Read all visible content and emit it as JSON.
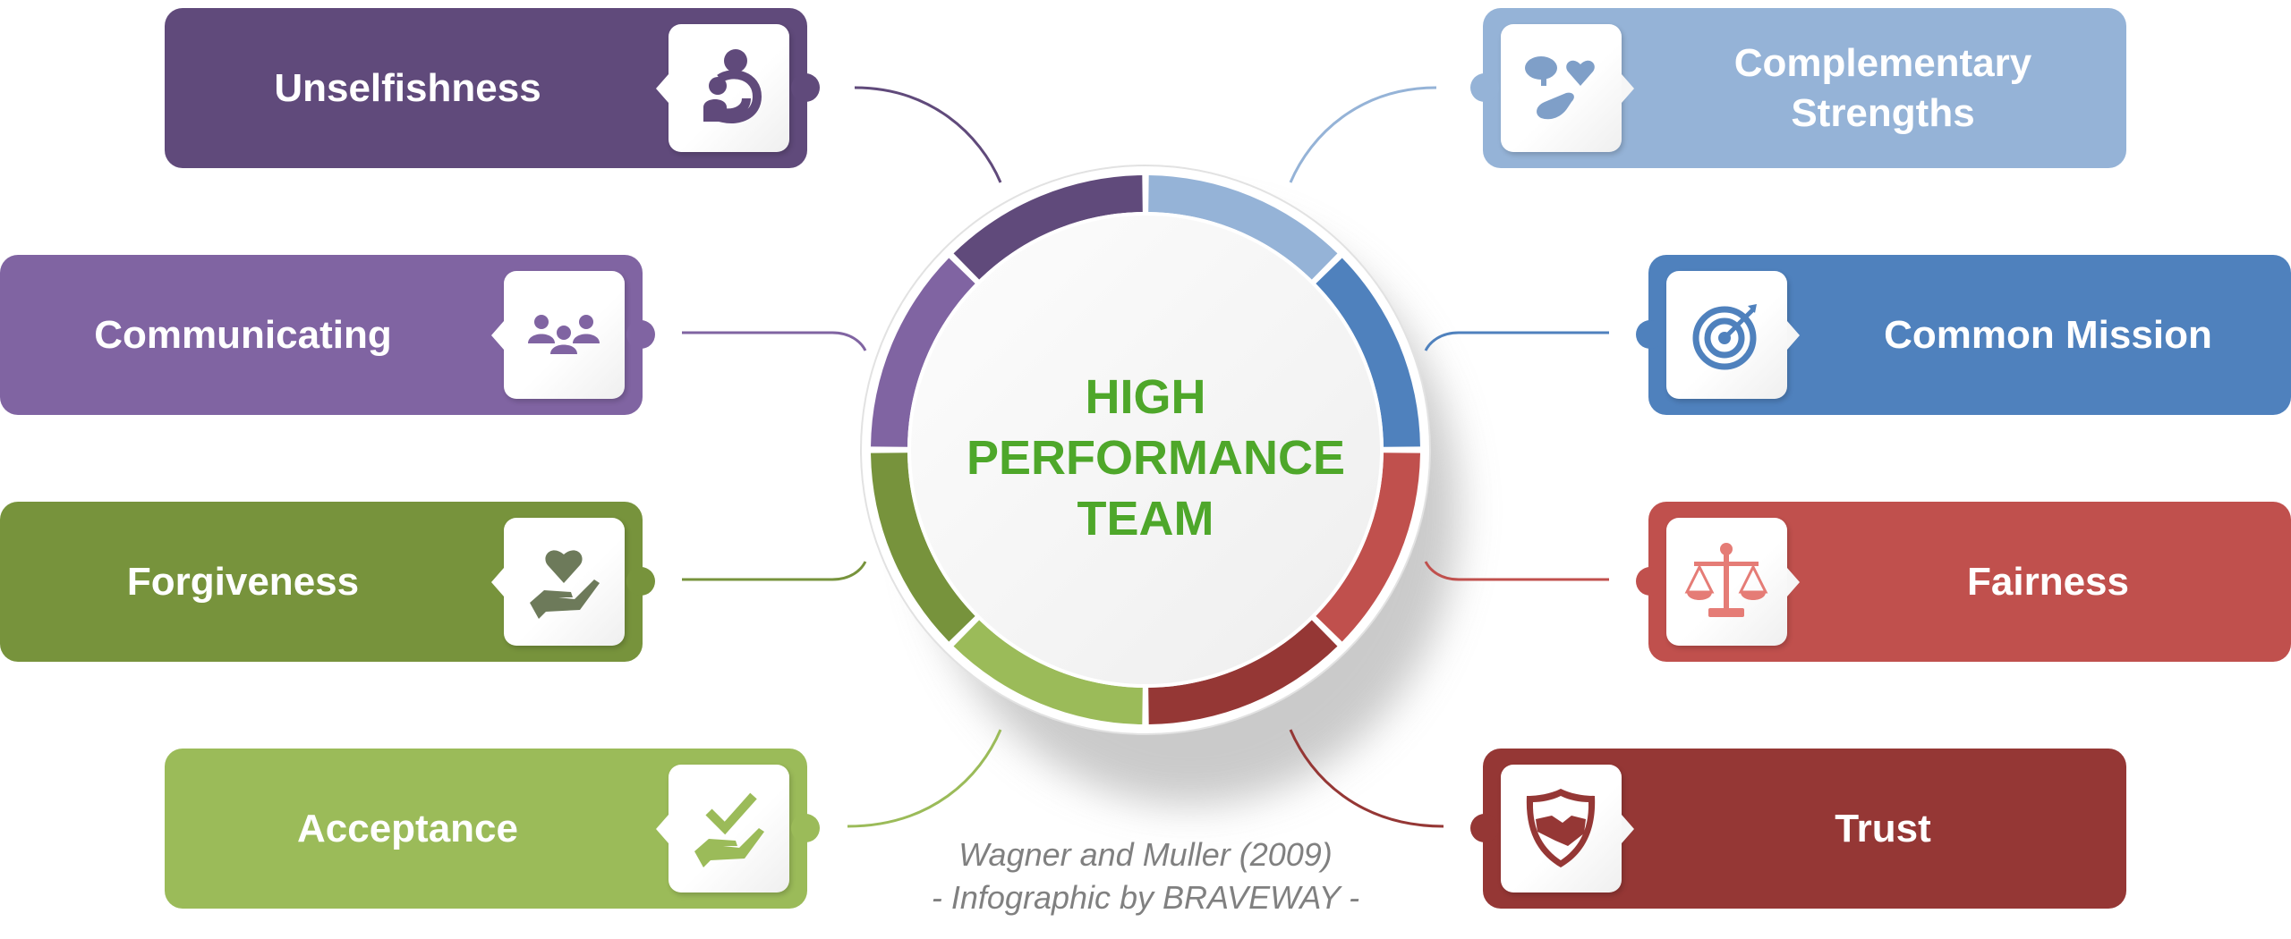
{
  "center": {
    "line1": "HIGH",
    "line2": "PERFORMANCE",
    "line3": "TEAM"
  },
  "caption": {
    "line1": "Wagner and Muller (2009)",
    "line2": "- Infographic by BRAVEWAY -"
  },
  "cards": [
    {
      "label": "Unselfishness",
      "icon": "parent-child-icon",
      "color": "#604a7b"
    },
    {
      "label": "Communicating",
      "icon": "group-icon",
      "color": "#8064a2"
    },
    {
      "label": "Forgiveness",
      "icon": "heart-in-hand-icon",
      "color": "#77933c"
    },
    {
      "label": "Acceptance",
      "icon": "check-in-hand-icon",
      "color": "#9bbb59"
    },
    {
      "label_line1": "Complementary",
      "label_line2": "Strengths",
      "icon": "brain-heart-hands-icon",
      "color": "#95b3d7"
    },
    {
      "label": "Common Mission",
      "icon": "target-icon",
      "color": "#4f81bd"
    },
    {
      "label": "Fairness",
      "icon": "scales-icon",
      "color": "#c0504d"
    },
    {
      "label": "Trust",
      "icon": "shield-handshake-icon",
      "color": "#953735"
    }
  ]
}
